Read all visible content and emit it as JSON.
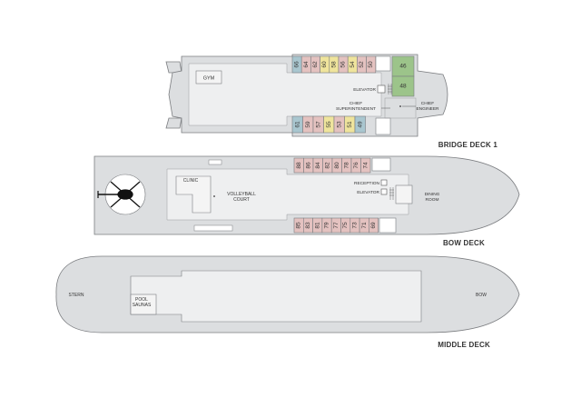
{
  "decks": {
    "bridge": {
      "title": "BRIDGE DECK 1",
      "gym": "GYM",
      "elevator": "ELEVATOR",
      "chief_superintendent": [
        "CHIEF",
        "SUPERINTENDENT"
      ],
      "chief_engineer": [
        "CHIEF",
        "ENGINEER"
      ],
      "top_cabins": [
        {
          "num": "66",
          "color": "#a9c6cf"
        },
        {
          "num": "64",
          "color": "#e4c2c0"
        },
        {
          "num": "62",
          "color": "#e4c2c0"
        },
        {
          "num": "60",
          "color": "#efe49c"
        },
        {
          "num": "58",
          "color": "#efe49c"
        },
        {
          "num": "56",
          "color": "#e4c2c0"
        },
        {
          "num": "54",
          "color": "#efe49c"
        },
        {
          "num": "52",
          "color": "#e4c2c0"
        },
        {
          "num": "50",
          "color": "#e4c2c0"
        }
      ],
      "bottom_cabins": [
        {
          "num": "61",
          "color": "#a9c6cf"
        },
        {
          "num": "59",
          "color": "#e4c2c0"
        },
        {
          "num": "57",
          "color": "#e4c2c0"
        },
        {
          "num": "55",
          "color": "#efe49c"
        },
        {
          "num": "53",
          "color": "#e4c2c0"
        },
        {
          "num": "51",
          "color": "#efe49c"
        },
        {
          "num": "49",
          "color": "#a9c6cf"
        }
      ],
      "suites": [
        {
          "num": "46",
          "color": "#9cc48a"
        },
        {
          "num": "48",
          "color": "#9cc48a"
        }
      ]
    },
    "bow": {
      "title": "BOW DECK",
      "clinic": "CLINIC",
      "volleyball": [
        "VOLLEYBALL",
        "COURT"
      ],
      "reception": "RECEPTION",
      "elevator": "ELEVATOR",
      "dining": [
        "DINING",
        "ROOM"
      ],
      "top_cabins": [
        {
          "num": "88",
          "color": "#e4c2c0"
        },
        {
          "num": "86",
          "color": "#e4c2c0"
        },
        {
          "num": "84",
          "color": "#e4c2c0"
        },
        {
          "num": "82",
          "color": "#e4c2c0"
        },
        {
          "num": "80",
          "color": "#e4c2c0"
        },
        {
          "num": "78",
          "color": "#e4c2c0"
        },
        {
          "num": "76",
          "color": "#e4c2c0"
        },
        {
          "num": "74",
          "color": "#e4c2c0"
        }
      ],
      "bottom_cabins": [
        {
          "num": "85",
          "color": "#e4c2c0"
        },
        {
          "num": "83",
          "color": "#e4c2c0"
        },
        {
          "num": "81",
          "color": "#e4c2c0"
        },
        {
          "num": "79",
          "color": "#e4c2c0"
        },
        {
          "num": "77",
          "color": "#e4c2c0"
        },
        {
          "num": "75",
          "color": "#e4c2c0"
        },
        {
          "num": "73",
          "color": "#e4c2c0"
        },
        {
          "num": "71",
          "color": "#e4c2c0"
        },
        {
          "num": "69",
          "color": "#e4c2c0"
        }
      ]
    },
    "middle": {
      "title": "MIDDLE DECK",
      "stern": "STERN",
      "bow": "BOW",
      "pool": [
        "POOL",
        "SAUNAS"
      ]
    }
  }
}
